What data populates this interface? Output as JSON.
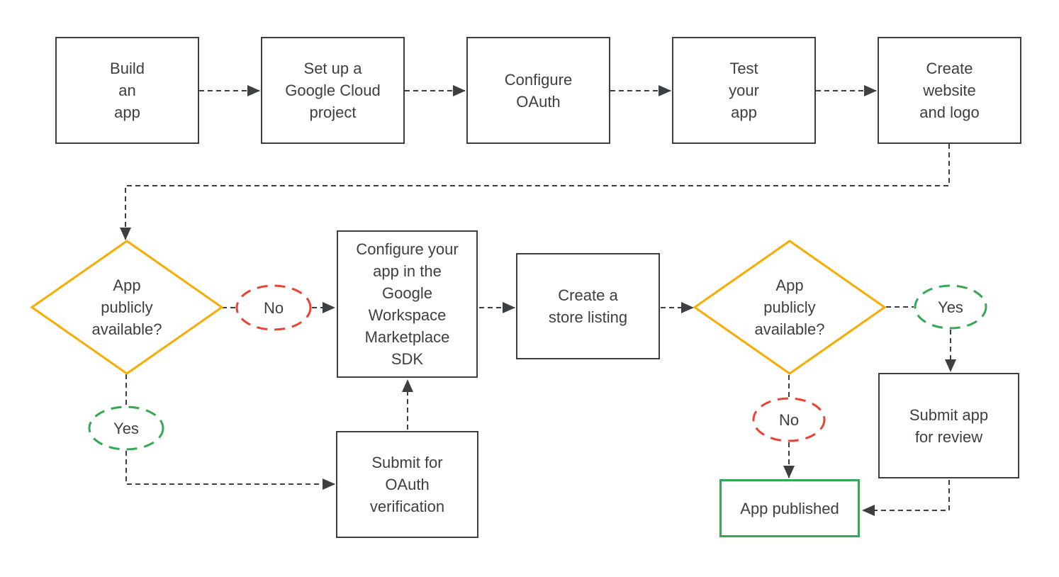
{
  "title": "Google Workspace Marketplace app publishing flowchart",
  "colors": {
    "line": "#3c4043",
    "text": "#3c4043",
    "box_border": "#3c4043",
    "decision_yellow": "#f9ab00",
    "no_red": "#ea4335",
    "yes_green": "#34a853",
    "published_green": "#34a853",
    "background": "#ffffff"
  },
  "nodes": {
    "build_app": {
      "label": "Build\nan\napp"
    },
    "cloud_project": {
      "label": "Set up a\nGoogle Cloud\nproject"
    },
    "configure_oauth": {
      "label": "Configure\nOAuth"
    },
    "test_app": {
      "label": "Test\nyour\napp"
    },
    "create_website": {
      "label": "Create\nwebsite\nand logo"
    },
    "decision1": {
      "label": "App\npublicly\navailable?"
    },
    "no1": {
      "label": "No"
    },
    "yes1": {
      "label": "Yes"
    },
    "configure_sdk": {
      "label": "Configure your\napp in the\nGoogle\nWorkspace\nMarketplace\nSDK"
    },
    "submit_oauth": {
      "label": "Submit for\nOAuth\nverification"
    },
    "store_listing": {
      "label": "Create a\nstore listing"
    },
    "decision2": {
      "label": "App\npublicly\navailable?"
    },
    "yes2": {
      "label": "Yes"
    },
    "no2": {
      "label": "No"
    },
    "submit_review": {
      "label": "Submit app\nfor review"
    },
    "app_published": {
      "label": "App published"
    }
  },
  "edges": [
    {
      "from": "build_app",
      "to": "cloud_project"
    },
    {
      "from": "cloud_project",
      "to": "configure_oauth"
    },
    {
      "from": "configure_oauth",
      "to": "test_app"
    },
    {
      "from": "test_app",
      "to": "create_website"
    },
    {
      "from": "create_website",
      "to": "decision1"
    },
    {
      "from": "decision1",
      "via": "No",
      "to": "configure_sdk"
    },
    {
      "from": "decision1",
      "via": "Yes",
      "to": "submit_oauth"
    },
    {
      "from": "submit_oauth",
      "to": "configure_sdk"
    },
    {
      "from": "configure_sdk",
      "to": "store_listing"
    },
    {
      "from": "store_listing",
      "to": "decision2"
    },
    {
      "from": "decision2",
      "via": "Yes",
      "to": "submit_review"
    },
    {
      "from": "decision2",
      "via": "No",
      "to": "app_published"
    },
    {
      "from": "submit_review",
      "to": "app_published"
    }
  ]
}
